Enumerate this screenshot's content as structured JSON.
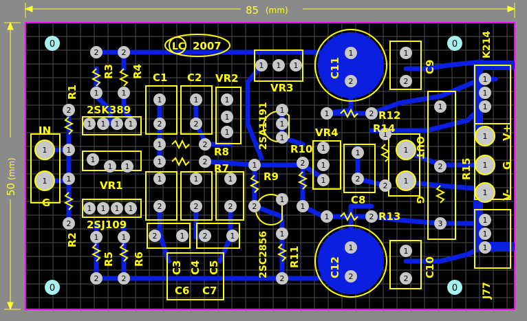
{
  "dimensions": {
    "width": "85",
    "width_unit": "(mm)",
    "height": "50",
    "height_unit": "(mm)"
  },
  "board": {
    "logo": "LC",
    "year": "2007"
  },
  "colors": {
    "board": "#000000",
    "grid": "#505050",
    "trace": "#0a1fe0",
    "silk": "#ffff00",
    "outline": "#ff00ff",
    "pad": "#c8c8c8",
    "mount": "#a6f0f0"
  },
  "mounting_holes": [
    "0",
    "0",
    "0",
    "0"
  ],
  "labels": {
    "in": "IN",
    "g_in": "G",
    "r1": "R1",
    "r2": "R2",
    "r3": "R3",
    "r4": "R4",
    "r5": "R5",
    "r6": "R6",
    "q1": "2SK389",
    "q2": "2SJ109",
    "vr1": "VR1",
    "vr2": "VR2",
    "vr3": "VR3",
    "vr4": "VR4",
    "c1": "C1",
    "c2": "C2",
    "c3": "C3",
    "c4": "C4",
    "c5": "C5",
    "c6": "C6",
    "c7": "C7",
    "c8": "C8",
    "c9": "C9",
    "c10": "C10",
    "c11": "C11",
    "c12": "C12",
    "r7": "R7",
    "r8": "R8",
    "r9": "R9",
    "r10": "R10",
    "r11": "R11",
    "r12": "R12",
    "r13": "R13",
    "r14": "R14",
    "r15": "R15",
    "q3": "2SA1191",
    "q4": "2SC2856",
    "out": "OUT",
    "g_out": "G",
    "k214": "K214",
    "j77": "J77",
    "vplus": "V+",
    "g_pwr": "G",
    "vminus": "V-"
  },
  "pads": {
    "p1": "1",
    "p2": "2",
    "p3": "3"
  }
}
